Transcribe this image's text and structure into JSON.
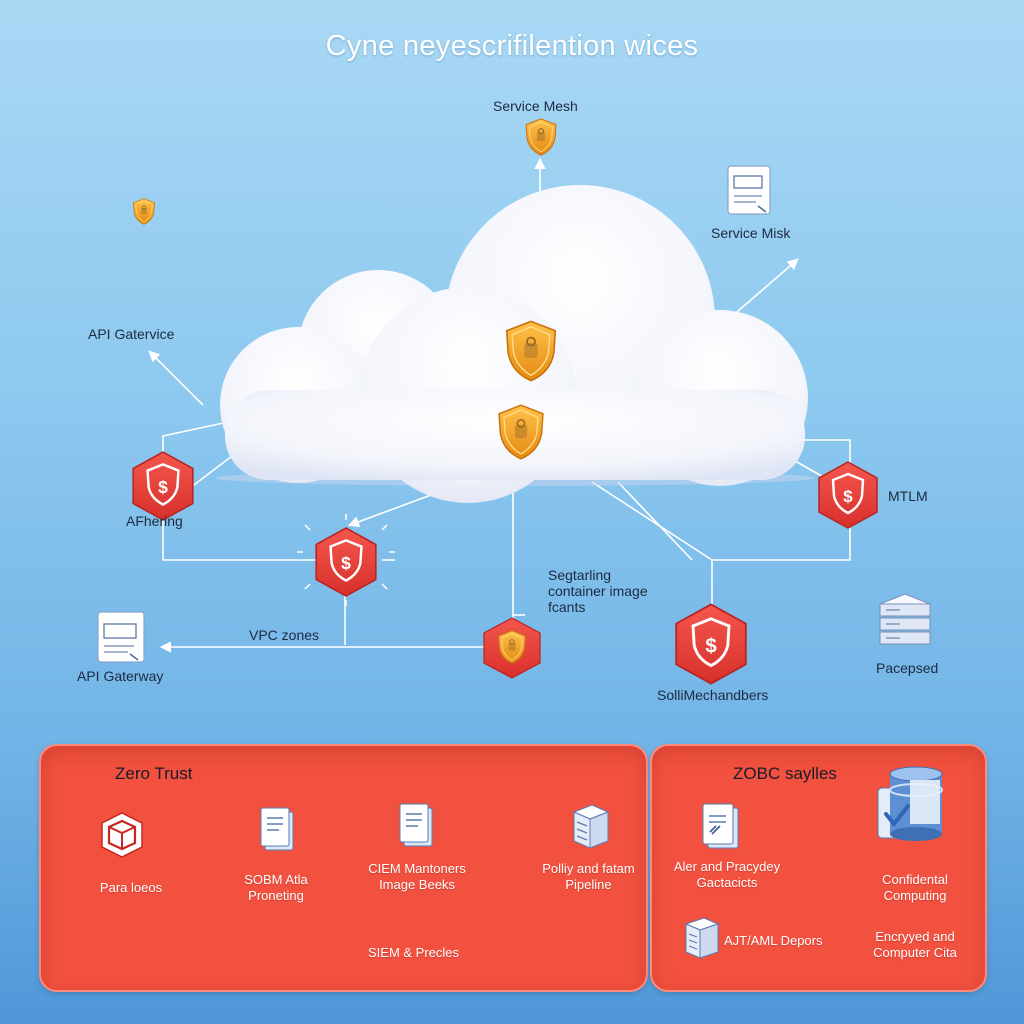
{
  "title": "Cyne neyescrifilention wices",
  "labels": {
    "service_mesh_top": "Service Mesh",
    "service_misk": "Service Misk",
    "api_gatervice": "API Gatervice",
    "afhering": "AFhering",
    "mtlm": "MTLM",
    "vpc_zones": "VPC zones",
    "segtarling": "Segtarling container image fcants",
    "api_gaterway": "API Gaterway",
    "solime": "SolliMechandbers",
    "pacepsed": "Pacepsed"
  },
  "panel_left": {
    "title": "Zero Trust",
    "items": {
      "para": "Para loeos",
      "sbom": "SOBM Atla Proneting",
      "ciem": "CIEM Mantoners Image Beeks",
      "policy": "Polliy and fatam Pipeline",
      "siem": "SIEM & Precles"
    }
  },
  "panel_right": {
    "title": "ZOBC saylles",
    "items": {
      "alert": "Aler and Pracydey Gactacicts",
      "confidential": "Confidental Computing",
      "ajt": "AJT/AML Depors",
      "encrypted": "Encryyed and Computer Cita"
    }
  },
  "icons": {
    "shield": "shield-icon",
    "hex_badge": "hexagon-dollar-badge-icon",
    "document": "document-icon",
    "server": "server-icon",
    "database": "database-icon",
    "cube": "cube-icon"
  },
  "colors": {
    "panel_red": "#f2513f",
    "hex_red": "#ea3e39",
    "shield_orange": "#f2a726",
    "cloud_white": "#f6f8fd",
    "line": "#ffffff"
  }
}
